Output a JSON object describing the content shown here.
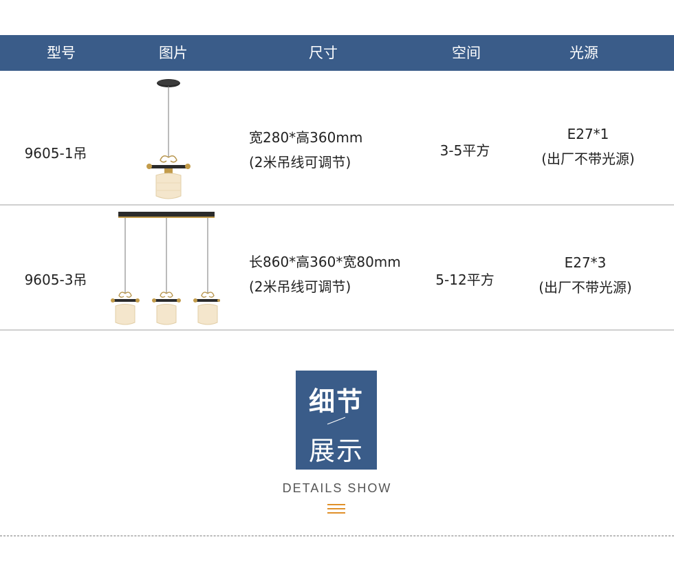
{
  "table": {
    "headers": [
      "型号",
      "图片",
      "尺寸",
      "空间",
      "光源"
    ],
    "rows": [
      {
        "model": "9605-1吊",
        "image_icon": "single-pendant-lamp",
        "size_line1": "宽280*高360mm",
        "size_line2": "(2米吊线可调节)",
        "space": "3-5平方",
        "light_line1": "E27*1",
        "light_line2": "(出厂不带光源)"
      },
      {
        "model": "9605-3吊",
        "image_icon": "triple-pendant-lamp",
        "size_line1": "长860*高360*宽80mm",
        "size_line2": "(2米吊线可调节)",
        "space": "5-12平方",
        "light_line1": "E27*3",
        "light_line2": "(出厂不带光源)"
      }
    ]
  },
  "details": {
    "title_cn_1": "细节",
    "title_cn_2": "展示",
    "subtitle_en": "DETAILS SHOW"
  },
  "colors": {
    "header_bg": "#3a5c89",
    "accent": "#e0902a"
  }
}
